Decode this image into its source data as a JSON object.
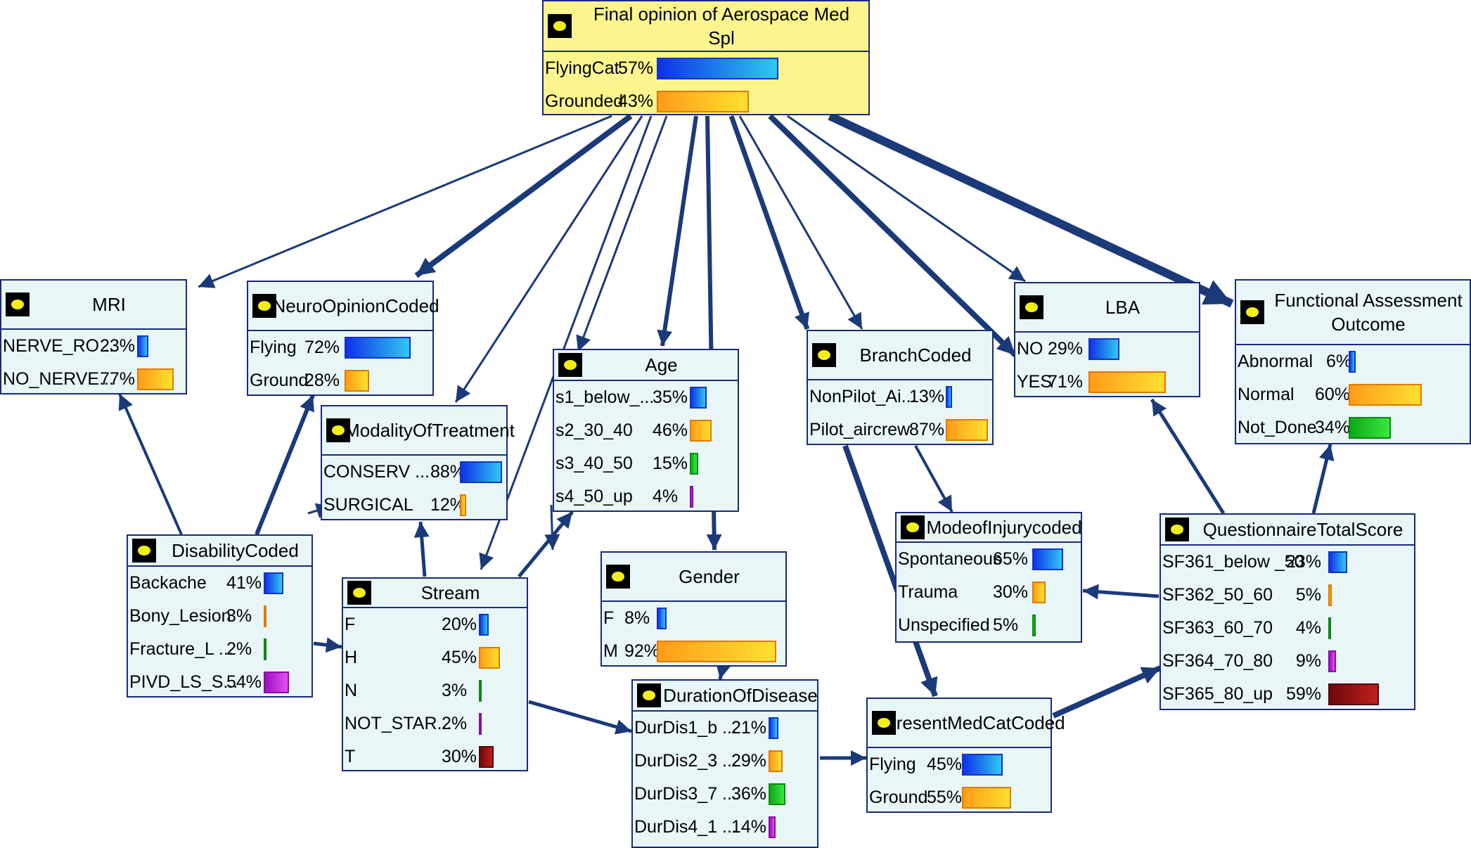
{
  "nodes": {
    "final": {
      "title": "Final opinion of Aerospace Med Spl",
      "states": [
        {
          "label": "FlyingCat",
          "pct": "57%",
          "value": 57
        },
        {
          "label": "Grounded",
          "pct": "43%",
          "value": 43
        }
      ]
    },
    "mri": {
      "title": "MRI",
      "states": [
        {
          "label": "NERVE_RO...",
          "pct": "23%",
          "value": 23
        },
        {
          "label": "NO_NERVE...",
          "pct": "77%",
          "value": 77
        }
      ]
    },
    "neuro": {
      "title": "NeuroOpinionCoded",
      "states": [
        {
          "label": "Flying",
          "pct": "72%",
          "value": 72
        },
        {
          "label": "Ground",
          "pct": "28%",
          "value": 28
        }
      ]
    },
    "modality": {
      "title": "ModalityOfTreatment",
      "states": [
        {
          "label": "CONSERV ...",
          "pct": "88%",
          "value": 88
        },
        {
          "label": "SURGICAL",
          "pct": "12%",
          "value": 12
        }
      ]
    },
    "age": {
      "title": "Age",
      "states": [
        {
          "label": "s1_below_...",
          "pct": "35%",
          "value": 35
        },
        {
          "label": "s2_30_40",
          "pct": "46%",
          "value": 46
        },
        {
          "label": "s3_40_50",
          "pct": "15%",
          "value": 15
        },
        {
          "label": "s4_50_up",
          "pct": "4%",
          "value": 4
        }
      ]
    },
    "branch": {
      "title": "BranchCoded",
      "states": [
        {
          "label": "NonPilot_Ai...",
          "pct": "13%",
          "value": 13
        },
        {
          "label": "Pilot_aircrew",
          "pct": "87%",
          "value": 87
        }
      ]
    },
    "lba": {
      "title": "LBA",
      "states": [
        {
          "label": "NO",
          "pct": "29%",
          "value": 29
        },
        {
          "label": "YES",
          "pct": "71%",
          "value": 71
        }
      ]
    },
    "functional": {
      "title1": "Functional Assessment",
      "title2": "Outcome",
      "states": [
        {
          "label": "Abnormal",
          "pct": "6%",
          "value": 6
        },
        {
          "label": "Normal",
          "pct": "60%",
          "value": 60
        },
        {
          "label": "Not_Done",
          "pct": "34%",
          "value": 34
        }
      ]
    },
    "disability": {
      "title": "DisabilityCoded",
      "states": [
        {
          "label": "Backache",
          "pct": "41%",
          "value": 41
        },
        {
          "label": "Bony_Lesion",
          "pct": "3%",
          "value": 3
        },
        {
          "label": "Fracture_L ...",
          "pct": "2%",
          "value": 2
        },
        {
          "label": "PIVD_LS_S...",
          "pct": "54%",
          "value": 54
        }
      ]
    },
    "stream": {
      "title": "Stream",
      "states": [
        {
          "label": "F",
          "pct": "20%",
          "value": 20
        },
        {
          "label": "H",
          "pct": "45%",
          "value": 45
        },
        {
          "label": "N",
          "pct": "3%",
          "value": 3
        },
        {
          "label": "NOT_STAR...",
          "pct": "2%",
          "value": 2
        },
        {
          "label": "T",
          "pct": "30%",
          "value": 30
        }
      ]
    },
    "gender": {
      "title": "Gender",
      "states": [
        {
          "label": "F",
          "pct": "8%",
          "value": 8
        },
        {
          "label": "M",
          "pct": "92%",
          "value": 92
        }
      ]
    },
    "mode": {
      "title": "ModeofInjurycoded",
      "states": [
        {
          "label": "Spontaneous",
          "pct": "65%",
          "value": 65
        },
        {
          "label": "Trauma",
          "pct": "30%",
          "value": 30
        },
        {
          "label": "Unspecified",
          "pct": "5%",
          "value": 5
        }
      ]
    },
    "questionnaire": {
      "title": "QuestionnaireTotalScore",
      "states": [
        {
          "label": "SF361_below _50",
          "pct": "23%",
          "value": 23
        },
        {
          "label": "SF362_50_60",
          "pct": "5%",
          "value": 5
        },
        {
          "label": "SF363_60_70",
          "pct": "4%",
          "value": 4
        },
        {
          "label": "SF364_70_80",
          "pct": "9%",
          "value": 9
        },
        {
          "label": "SF365_80_up",
          "pct": "59%",
          "value": 59
        }
      ]
    },
    "duration": {
      "title": "DurationOfDisease",
      "states": [
        {
          "label": "DurDis1_b ...",
          "pct": "21%",
          "value": 21
        },
        {
          "label": "DurDis2_3 ...",
          "pct": "29%",
          "value": 29
        },
        {
          "label": "DurDis3_7 ...",
          "pct": "36%",
          "value": 36
        },
        {
          "label": "DurDis4_1 ...",
          "pct": "14%",
          "value": 14
        }
      ]
    },
    "present": {
      "title": "PresentMedCatCoded",
      "states": [
        {
          "label": "Flying",
          "pct": "45%",
          "value": 45
        },
        {
          "label": "Ground",
          "pct": "55%",
          "value": 55
        }
      ]
    }
  },
  "colors": {
    "edge": "#1a3a7a",
    "node_border": "#1a2a7a",
    "node_fill": "#e9f6f8",
    "root_fill": "#fcf58e",
    "bar_blue": "#1c5cf0",
    "bar_orange": "#ffb01f",
    "bar_green": "#16c21e",
    "bar_purple": "#c42fd8",
    "bar_dark_red": "#8a0f0f"
  }
}
